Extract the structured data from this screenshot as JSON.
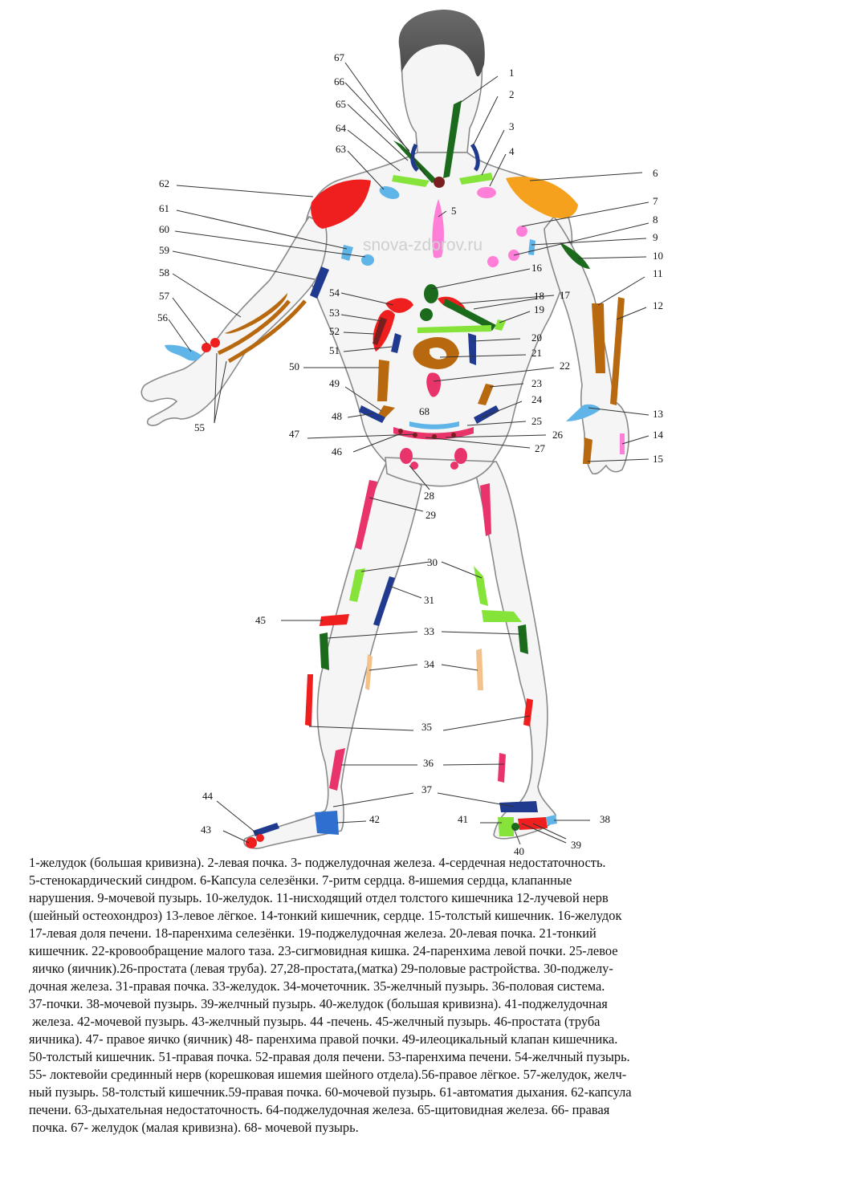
{
  "watermark": "snova-zdorov.ru",
  "colors": {
    "red": "#ef1f1f",
    "green": "#1c6b1c",
    "lime": "#86e33a",
    "blue": "#1f3a8f",
    "lightblue": "#5fb4e8",
    "orange": "#f5a11d",
    "brown": "#b8690f",
    "pink": "#ff7fd8",
    "rose": "#e8336b",
    "peach": "#f3c28a",
    "darkred": "#7a1f1f",
    "skin": "#f6f6f6"
  },
  "labels": [
    "1",
    "2",
    "3",
    "4",
    "5",
    "6",
    "7",
    "8",
    "9",
    "10",
    "11",
    "12",
    "13",
    "14",
    "15",
    "16",
    "17",
    "18",
    "19",
    "20",
    "21",
    "22",
    "23",
    "24",
    "25",
    "26",
    "27",
    "28",
    "29",
    "30",
    "31",
    "33",
    "34",
    "35",
    "36",
    "37",
    "38",
    "39",
    "40",
    "41",
    "42",
    "43",
    "44",
    "45",
    "46",
    "47",
    "48",
    "49",
    "50",
    "51",
    "52",
    "53",
    "54",
    "55",
    "56",
    "57",
    "58",
    "59",
    "60",
    "61",
    "62",
    "63",
    "64",
    "65",
    "66",
    "67",
    "68"
  ],
  "legend_lines": [
    "1-желудок (большая кривизна). 2-левая почка. 3- поджелудочная железа. 4-сердечная недостаточность.",
    "5-стенокардический синдром. 6-Капсула селезёнки. 7-ритм сердца. 8-ишемия сердца, клапанные",
    "нарушения. 9-мочевой пузырь. 10-желудок. 11-нисходящий отдел толстого кишечника 12-лучевой нерв",
    "(шейный остеохондроз) 13-левое лёгкое. 14-тонкий кишечник, сердце. 15-толстый кишечник. 16-желудок",
    "17-левая доля печени. 18-паренхима селезёнки. 19-поджелудочная железа. 20-левая почка. 21-тонкий",
    "кишечник. 22-кровообращение малого таза. 23-сигмовидная кишка. 24-паренхима левой почки. 25-левое",
    " яичко (яичник).26-простата (левая труба). 27,28-простата,(матка) 29-половые растройства. 30-поджелу-",
    "дочная железа. 31-правая почка. 33-желудок. 34-мочеточник. 35-желчный пузырь. 36-половая система.",
    "37-почки. 38-мочевой пузырь. 39-желчный пузырь. 40-желудок (большая кривизна). 41-поджелудочная",
    " железа. 42-мочевой пузырь. 43-желчный пузырь. 44 -печень. 45-желчный пузырь. 46-простата (труба",
    "яичника). 47- правое яичко (яичник) 48- паренхима правой почки. 49-илеоцикальный клапан кишечника.",
    "50-толстый кишечник. 51-правая почка. 52-правая доля печени. 53-паренхима печени. 54-желчный пузырь.",
    "55- локтевойи срединный нерв (корешковая ишемия шейного отдела).56-правое лёгкое. 57-желудок, желч-",
    "ный пузырь. 58-толстый кишечник.59-правая почка. 60-мочевой пузырь. 61-автоматия дыхания. 62-капсула",
    "печени. 63-дыхательная недостаточность. 64-поджелудочная железа. 65-щитовидная железа. 66- правая",
    " почка. 67- желудок (малая кривизна). 68- мочевой пузырь."
  ]
}
